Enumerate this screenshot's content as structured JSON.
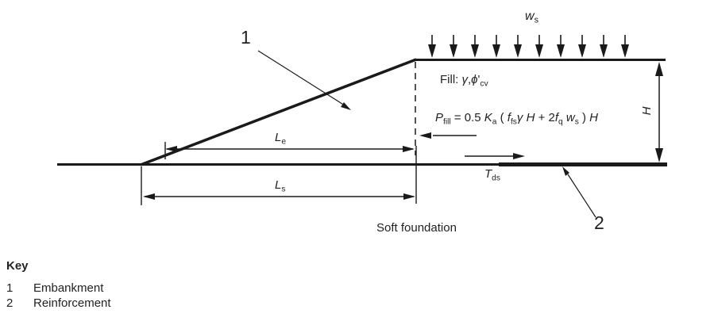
{
  "colors": {
    "line": "#1a1a1a",
    "text": "#222222"
  },
  "diagram": {
    "surcharge_label": [
      {
        "t": "w",
        "s": "i"
      },
      {
        "t": "s",
        "s": "sub"
      }
    ],
    "fill_label": [
      {
        "t": "Fill: ",
        "s": "n"
      },
      {
        "t": "γ",
        "s": "i"
      },
      {
        "t": ",",
        "s": "n"
      },
      {
        "t": "ϕ",
        "s": "i"
      },
      {
        "t": "'",
        "s": "n"
      },
      {
        "t": "cv",
        "s": "sub"
      }
    ],
    "pfill_equation": [
      {
        "t": "P",
        "s": "i"
      },
      {
        "t": "fill",
        "s": "sub"
      },
      {
        "t": " = 0.5 ",
        "s": "n"
      },
      {
        "t": "K",
        "s": "i"
      },
      {
        "t": "a",
        "s": "sub"
      },
      {
        "t": " ( ",
        "s": "n"
      },
      {
        "t": "f",
        "s": "i"
      },
      {
        "t": "fs",
        "s": "sub"
      },
      {
        "t": "γ",
        "s": "i"
      },
      {
        "t": " ",
        "s": "n"
      },
      {
        "t": "H",
        "s": "i"
      },
      {
        "t": " + 2",
        "s": "n"
      },
      {
        "t": "f",
        "s": "i"
      },
      {
        "t": "q",
        "s": "sub"
      },
      {
        "t": " ",
        "s": "n"
      },
      {
        "t": "w",
        "s": "i"
      },
      {
        "t": "s",
        "s": "sub"
      },
      {
        "t": " ) ",
        "s": "n"
      },
      {
        "t": "H",
        "s": "i"
      }
    ],
    "tds_label": [
      {
        "t": "T",
        "s": "i"
      },
      {
        "t": "ds",
        "s": "sub"
      }
    ],
    "le_label": [
      {
        "t": "L",
        "s": "i"
      },
      {
        "t": "e",
        "s": "sub"
      }
    ],
    "ls_label": [
      {
        "t": "L",
        "s": "i"
      },
      {
        "t": "s",
        "s": "sub"
      }
    ],
    "h_label": [
      {
        "t": "H",
        "s": "i"
      }
    ],
    "callout_1": "1",
    "callout_2": "2",
    "soft_foundation_label": "Soft foundation"
  },
  "key": {
    "title": "Key",
    "items": [
      {
        "num": "1",
        "label": "Embankment"
      },
      {
        "num": "2",
        "label": "Reinforcement"
      }
    ]
  }
}
